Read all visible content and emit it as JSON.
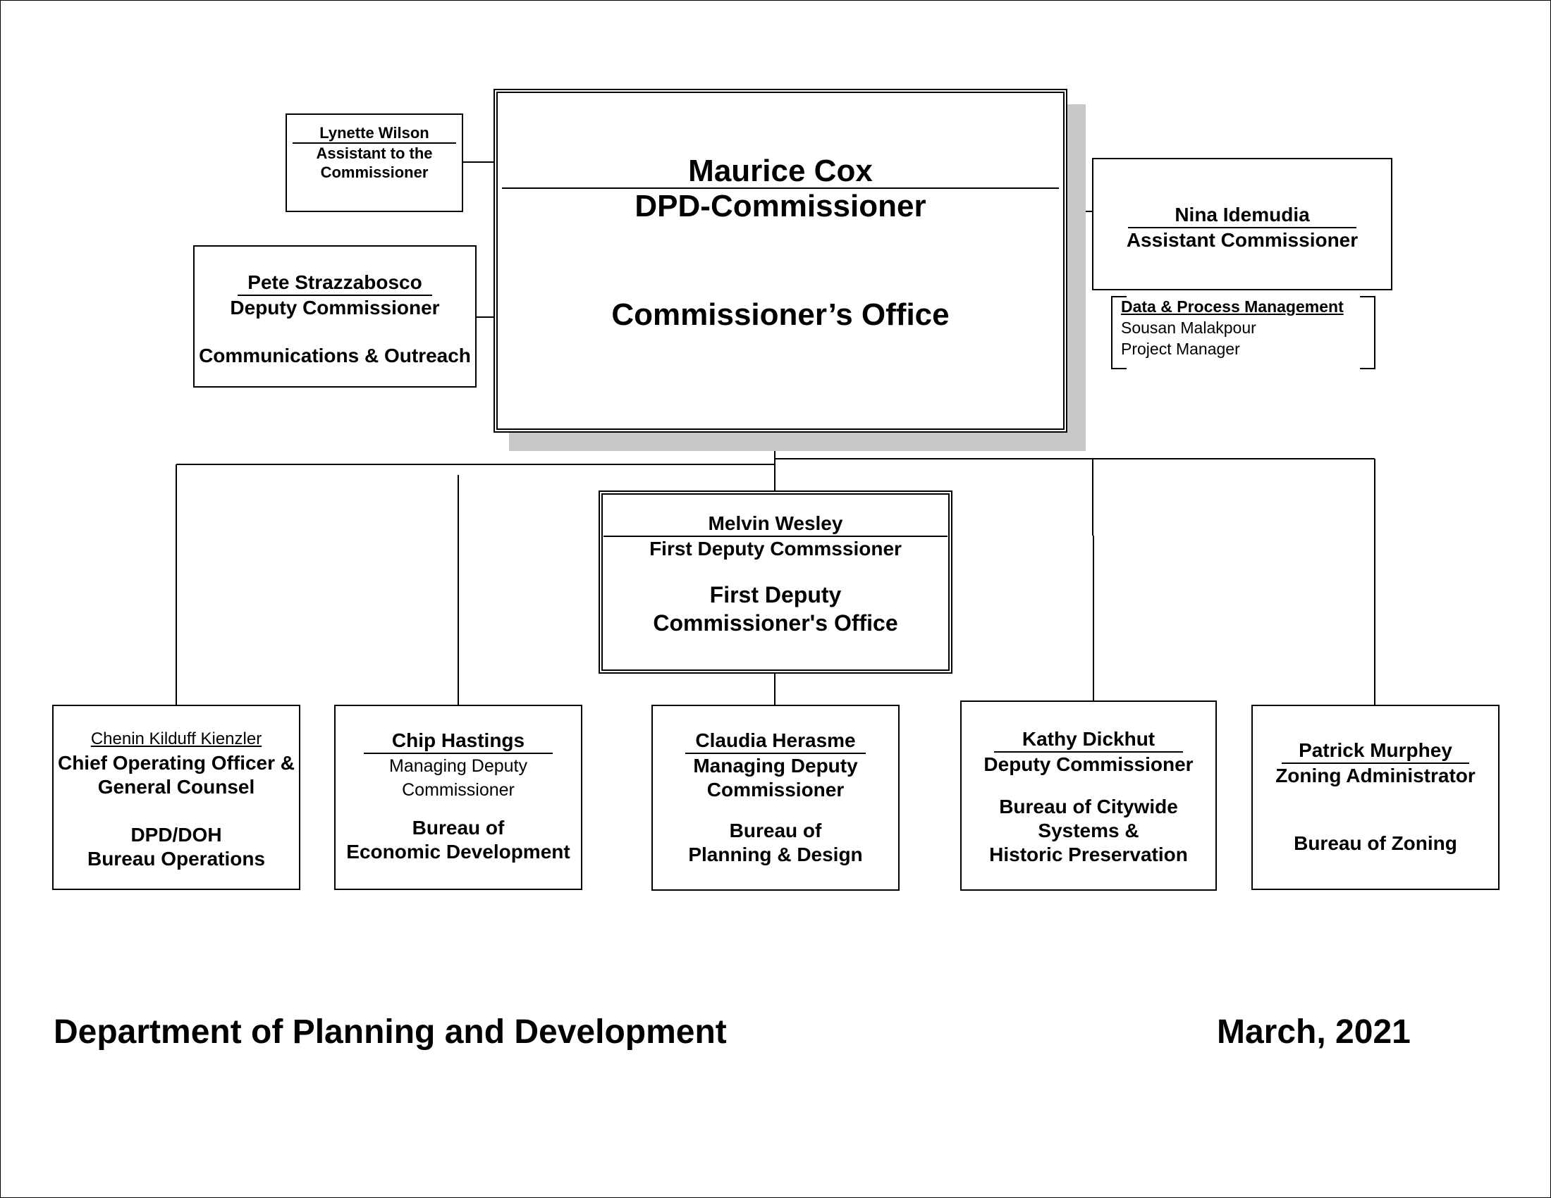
{
  "commissioner": {
    "name": "Maurice Cox",
    "title": "DPD-Commissioner",
    "office": "Commissioner’s Office"
  },
  "assistant_to_commissioner": {
    "name": "Lynette Wilson",
    "title_line1": "Assistant to the",
    "title_line2": "Commissioner"
  },
  "communications": {
    "name": "Pete Strazzabosco",
    "title": "Deputy Commissioner",
    "unit": "Communications & Outreach"
  },
  "assistant_commissioner": {
    "name": "Nina Idemudia",
    "title": "Assistant Commissioner"
  },
  "data_process": {
    "heading": "Data & Process Management",
    "name": "Sousan Malakpour",
    "title": "Project Manager"
  },
  "first_deputy": {
    "name": "Melvin Wesley",
    "title": "First Deputy Commssioner",
    "office_line1": "First Deputy",
    "office_line2": "Commissioner's Office"
  },
  "bureaus": {
    "operations": {
      "name": "Chenin Kilduff Kienzler",
      "title_line1": "Chief Operating Officer &",
      "title_line2": "General Counsel",
      "unit_line1": "DPD/DOH",
      "unit_line2": "Bureau Operations"
    },
    "economic": {
      "name": "Chip Hastings",
      "title_line1": "Managing Deputy",
      "title_line2": "Commissioner",
      "unit_line1": "Bureau of",
      "unit_line2": "Economic Development"
    },
    "planning": {
      "name": "Claudia Herasme",
      "title_line1": "Managing Deputy",
      "title_line2": "Commissioner",
      "unit_line1": "Bureau of",
      "unit_line2": "Planning & Design"
    },
    "citywide": {
      "name": "Kathy Dickhut",
      "title": "Deputy Commissioner",
      "unit_line1": "Bureau of Citywide",
      "unit_line2": "Systems &",
      "unit_line3": "Historic Preservation"
    },
    "zoning": {
      "name": "Patrick Murphey",
      "title": "Zoning Administrator",
      "unit": "Bureau of Zoning"
    }
  },
  "footer": {
    "department": "Department of Planning and Development",
    "date": "March, 2021"
  },
  "colors": {
    "line": "#000000",
    "shadow": "#c8c8c8",
    "background": "#ffffff"
  }
}
